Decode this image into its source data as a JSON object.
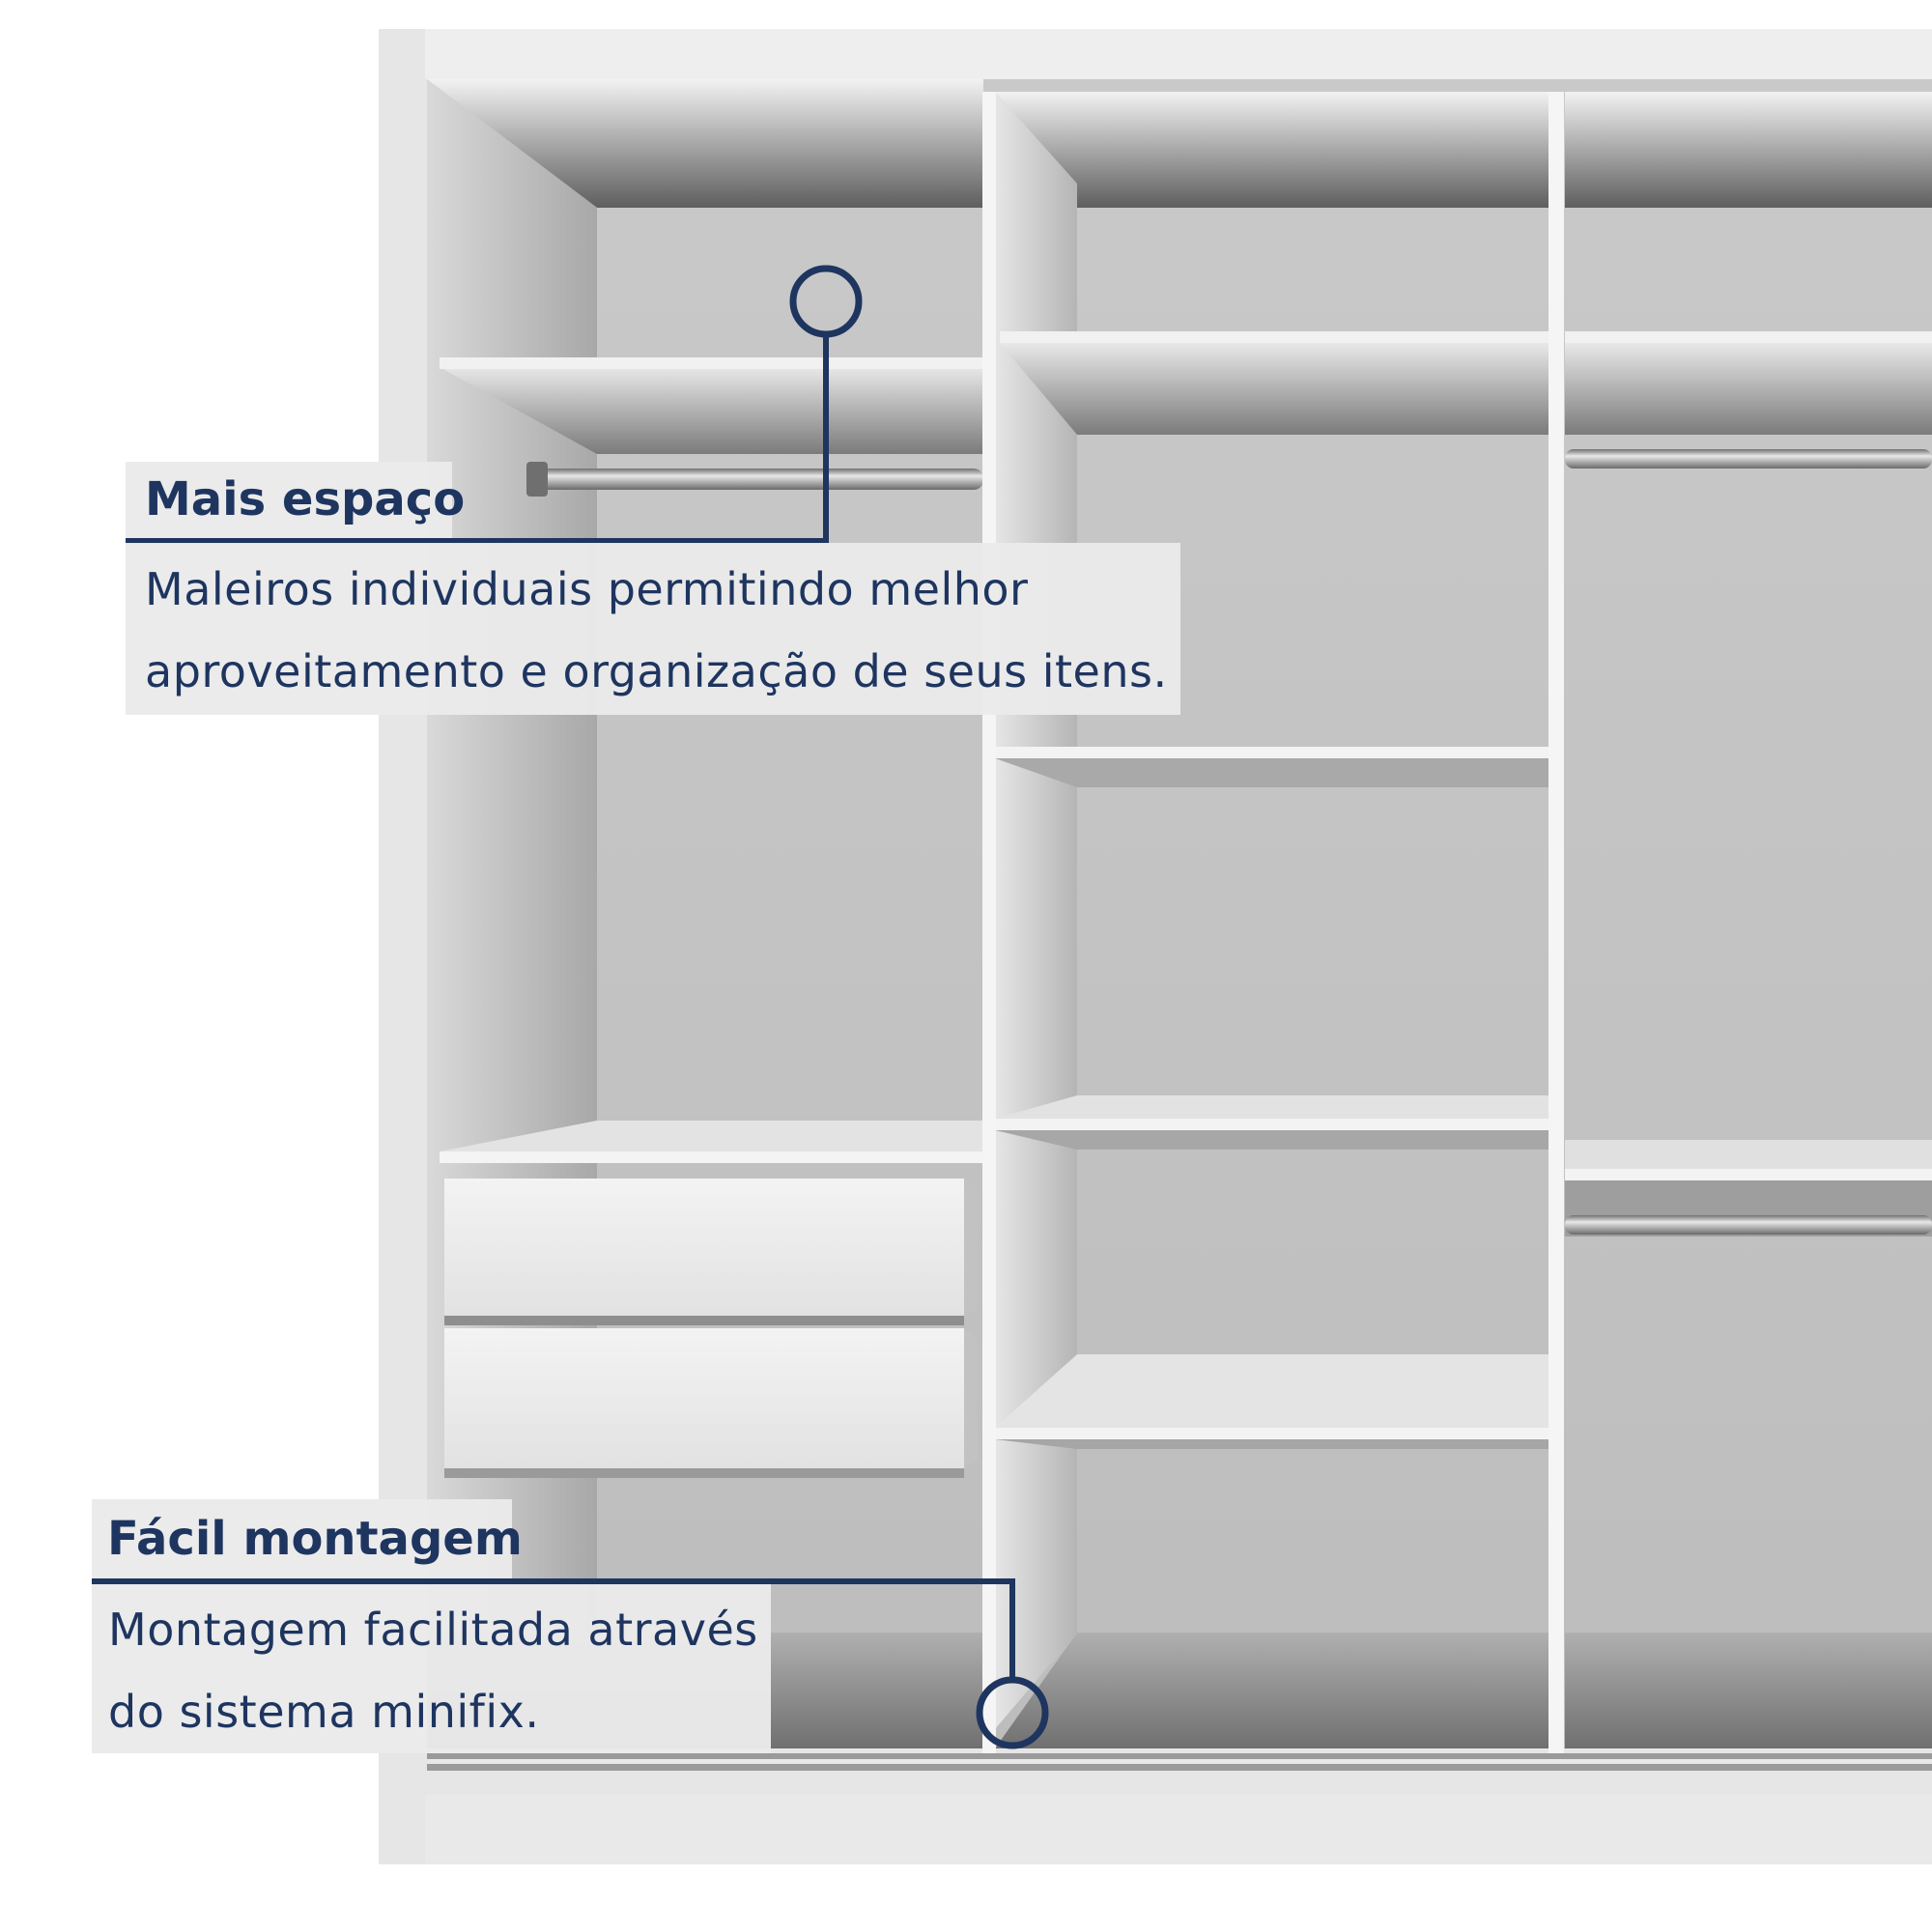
{
  "callouts": [
    {
      "title": "Mais espaço",
      "description_lines": [
        "Maleiros individuais permitindo melhor",
        "aproveitamento e organização de seus itens."
      ]
    },
    {
      "title": "Fácil montagem",
      "description_lines": [
        "Montagem facilitada através",
        "do sistema minifix."
      ]
    }
  ],
  "colors": {
    "accent": "#1e3560",
    "panel": "#eaeaea"
  }
}
